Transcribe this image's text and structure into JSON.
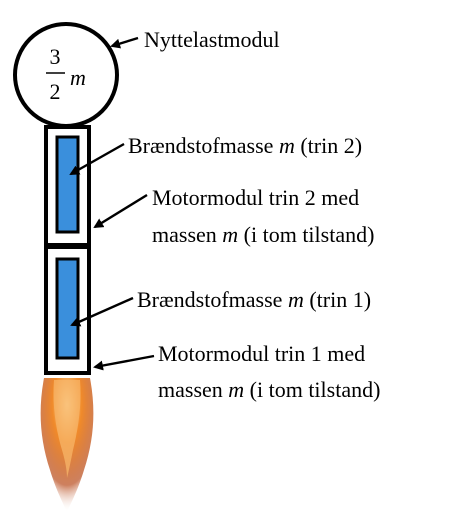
{
  "payload": {
    "label": "Nyttelastmodul",
    "mass_numerator": "3",
    "mass_denominator": "2",
    "mass_symbol": "m"
  },
  "fuel_stage2": {
    "label_prefix": "Brændstofmasse ",
    "label_symbol": "m",
    "label_suffix": " (trin 2)"
  },
  "motor_stage2": {
    "line1": "Motormodul trin 2 med",
    "line2_prefix": "massen ",
    "line2_symbol": "m",
    "line2_suffix": " (i tom tilstand)"
  },
  "fuel_stage1": {
    "label_prefix": "Brændstofmasse ",
    "label_symbol": "m",
    "label_suffix": " (trin 1)"
  },
  "motor_stage1": {
    "line1": "Motormodul trin 1 med",
    "line2_prefix": "massen ",
    "line2_symbol": "m",
    "line2_suffix": " (i tom tilstand)"
  },
  "colors": {
    "fuel_fill": "#3a8fdc",
    "outline": "#000000",
    "flame_core": "#ffe7b0",
    "flame_mid": "#f08a2a",
    "flame_outer": "#b84a1a"
  }
}
